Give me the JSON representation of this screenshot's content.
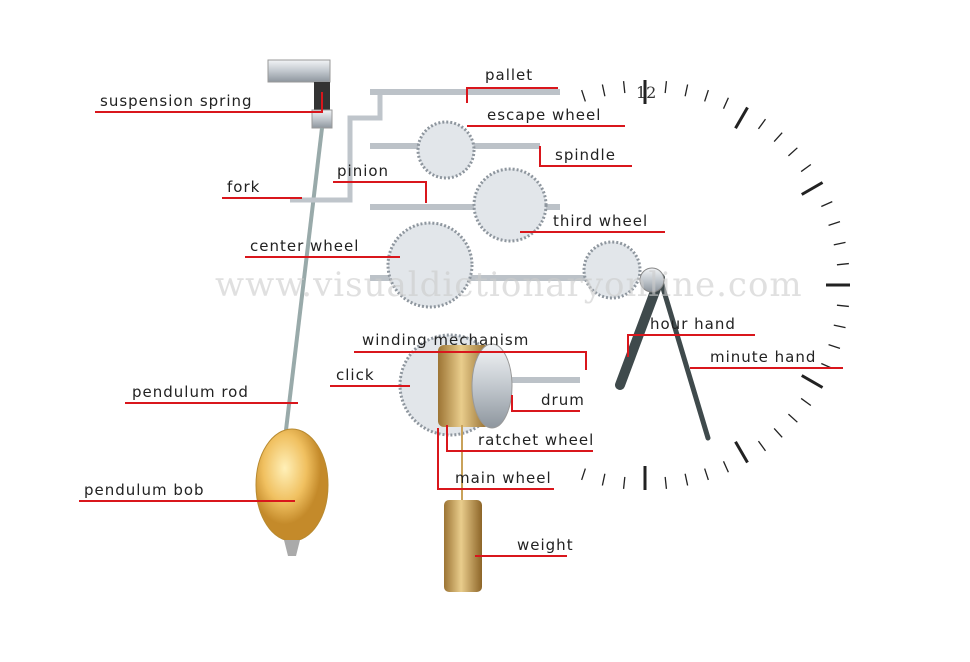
{
  "watermark": "www.visualdictionaryonline.com",
  "dial_numeral": "12",
  "labels": {
    "suspension_spring": "suspension spring",
    "pallet": "pallet",
    "escape_wheel": "escape wheel",
    "spindle": "spindle",
    "fork": "fork",
    "pinion": "pinion",
    "third_wheel": "third wheel",
    "center_wheel": "center wheel",
    "hour_hand": "hour hand",
    "winding_mechanism": "winding mechanism",
    "minute_hand": "minute hand",
    "click": "click",
    "pendulum_rod": "pendulum rod",
    "drum": "drum",
    "ratchet_wheel": "ratchet wheel",
    "main_wheel": "main wheel",
    "pendulum_bob": "pendulum bob",
    "weight": "weight"
  },
  "colors": {
    "leader": "#d9161c",
    "brass": "#c9a25a",
    "bob": "#f0c060",
    "steel": "#c8cdd2"
  }
}
